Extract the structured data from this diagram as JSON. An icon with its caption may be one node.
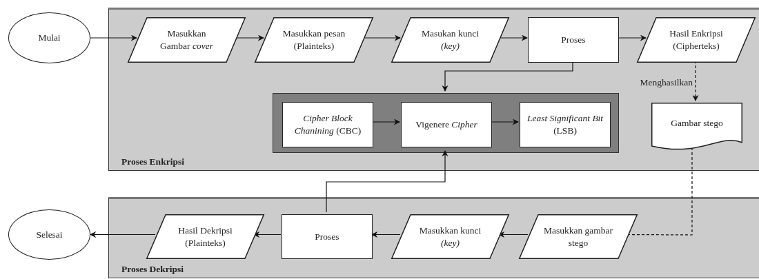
{
  "diagram": {
    "nodes": [
      {
        "text": [
          "Mulai"
        ]
      },
      {
        "text": [
          "Proses Enkripsi"
        ]
      },
      {
        "text": [
          "Masukkan Gambar *cover*"
        ],
        "in": 1
      },
      {
        "text": [
          "Masukkan pesan (Plainteks)"
        ],
        "in": 1
      },
      {
        "text": [
          "Masukan kunci *(key)*"
        ],
        "in": 1
      },
      {
        "text": [
          "Proses"
        ],
        "in": 1
      },
      {
        "text": [
          "Hasil Enkripsi (Cipherteks)"
        ],
        "in": 1
      },
      {
        "text": [],
        "shape": "box",
        "in": 1
      },
      {
        "text": [
          "*Cipher Block Chanining* (CBC)"
        ],
        "in": 7
      },
      {
        "text": [
          "Vigenere *Cipher*"
        ],
        "in": 7
      },
      {
        "text": [
          "*Least Significant Bit* (LSB)"
        ],
        "in": 7
      },
      {
        "text": [
          "Gambar stego"
        ],
        "in": 1
      },
      {
        "text": [
          "Selesai"
        ]
      },
      {
        "text": [
          "Proses Dekripsi"
        ]
      },
      {
        "text": [
          "Hasil Dekripsi (Plainteks)"
        ],
        "in": 13
      },
      {
        "text": [
          "Proses"
        ],
        "in": 13
      },
      {
        "text": [
          "Masukkan kunci *(key)*"
        ],
        "in": 13
      },
      {
        "text": [
          "Masukkan gambar stego"
        ],
        "in": 13
      }
    ],
    "edges": [
      {
        "from": 0,
        "to": 2,
        "arrow": "to"
      },
      {
        "from": 2,
        "to": 3,
        "arrow": "to"
      },
      {
        "from": 3,
        "to": 4,
        "arrow": "to"
      },
      {
        "from": 4,
        "to": 5,
        "arrow": "to"
      },
      {
        "from": 5,
        "to": 6,
        "arrow": "to"
      },
      {
        "from": 5,
        "to": 7,
        "arrow": "to"
      },
      {
        "from": 8,
        "to": 9,
        "arrow": "to"
      },
      {
        "from": 9,
        "to": 10,
        "arrow": "to"
      },
      {
        "from": 6,
        "to": 11,
        "arrow": "to",
        "label": "Menghasilkan",
        "style": "dashed"
      },
      {
        "from": 11,
        "to": 17,
        "arrow": "none",
        "style": "dashed"
      },
      {
        "from": 17,
        "to": 16,
        "arrow": "to"
      },
      {
        "from": 16,
        "to": 15,
        "arrow": "to"
      },
      {
        "from": 15,
        "to": 7,
        "arrow": "to"
      },
      {
        "from": 15,
        "to": 14,
        "arrow": "to"
      },
      {
        "from": 14,
        "to": 12,
        "arrow": "to"
      }
    ]
  }
}
